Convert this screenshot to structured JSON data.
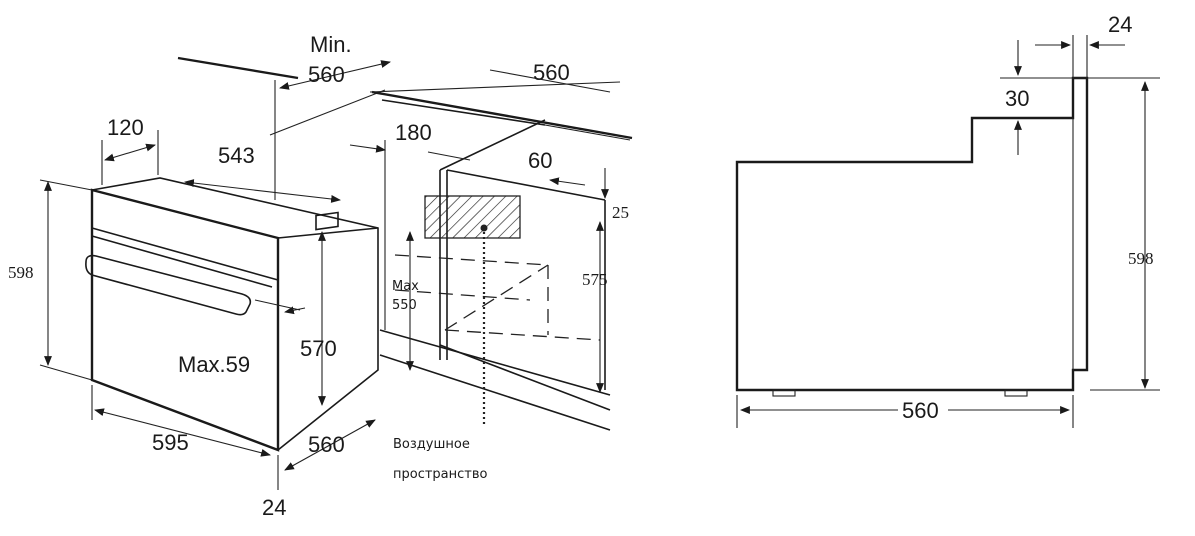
{
  "left_view": {
    "labels": {
      "min": "Min.",
      "niche_width_min": "560",
      "cabinet_depth": "560",
      "side_offset": "120",
      "depth_543": "543",
      "rear_gap": "180",
      "vent_60": "60",
      "gap_25": "25",
      "height_598": "598",
      "height_575": "575",
      "max_label": "Max",
      "max_550": "550",
      "height_570": "570",
      "max_59": "Max.59",
      "width_595": "595",
      "depth_560": "560",
      "front_24": "24",
      "air_space_line1": "Воздушное",
      "air_space_line2": "пространство"
    }
  },
  "right_view": {
    "labels": {
      "front_24": "24",
      "step_30": "30",
      "height_598": "598",
      "depth_560": "560"
    }
  }
}
